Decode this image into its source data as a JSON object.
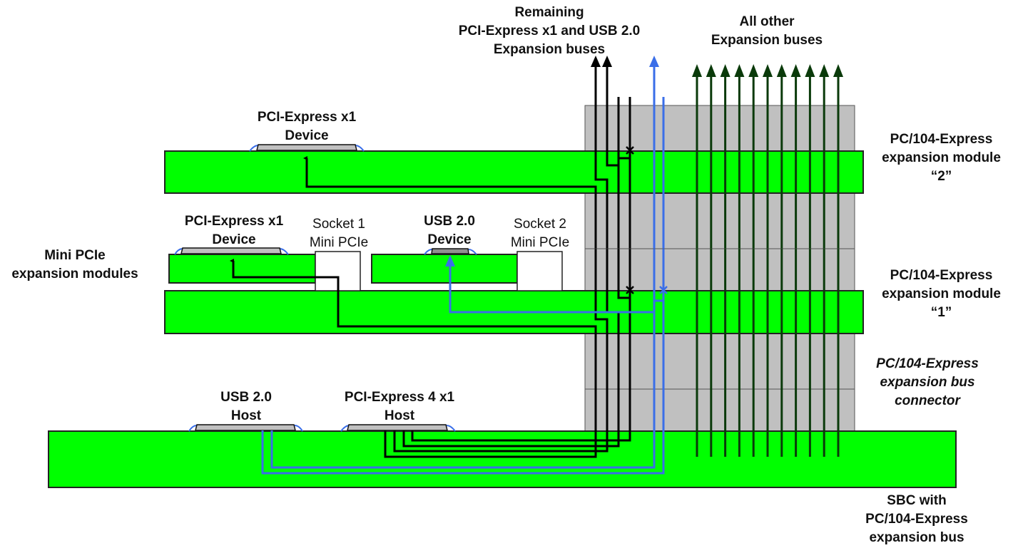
{
  "labels": {
    "remaining_buses": [
      "Remaining",
      "PCI-Express x1 and USB 2.0",
      "Expansion buses"
    ],
    "all_other_buses": [
      "All other",
      "Expansion buses"
    ],
    "module2": [
      "PC/104-Express",
      "expansion module",
      "“2”"
    ],
    "module1": [
      "PC/104-Express",
      "expansion module",
      "“1”"
    ],
    "bus_connector": [
      "PC/104-Express",
      "expansion bus",
      "connector"
    ],
    "sbc": [
      "SBC with",
      "PC/104-Express",
      "expansion bus"
    ],
    "mini_pcie_modules": [
      "Mini PCIe",
      "expansion modules"
    ],
    "pcie_device_module2": [
      "PCI-Express x1",
      "Device"
    ],
    "pcie_device_mini": [
      "PCI-Express x1",
      "Device"
    ],
    "usb_device_mini": [
      "USB 2.0",
      "Device"
    ],
    "socket1": [
      "Socket 1",
      "Mini PCIe"
    ],
    "socket2": [
      "Socket 2",
      "Mini PCIe"
    ],
    "usb_host": [
      "USB 2.0",
      "Host"
    ],
    "pcie_host": [
      "PCI-Express 4 x1",
      "Host"
    ]
  },
  "colors": {
    "board": "#00ff00",
    "connector": "#c0c0c0",
    "pcie_trace": "#000000",
    "usb_trace": "#3a6ee8",
    "other_bus": "#0a3a0a",
    "chip": "#c0c0c0",
    "chip_usb": "#909090"
  },
  "other_bus_count": 11
}
